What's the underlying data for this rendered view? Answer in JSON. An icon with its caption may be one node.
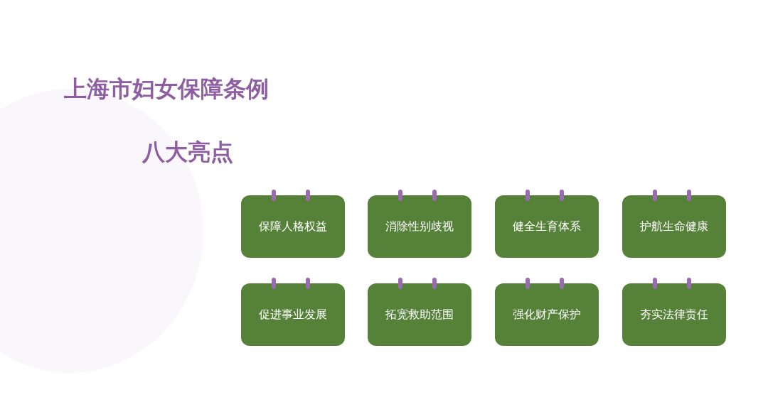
{
  "diagram": {
    "title": "上海市妇女保障条例",
    "nodes": [
      {
        "text": [
          "保障人格权益"
        ]
      },
      {
        "text": [
          "消除性别歧视"
        ]
      },
      {
        "text": [
          "健全生育体系"
        ]
      },
      {
        "text": [
          "护航生命健康"
        ]
      },
      {
        "text": [
          "促进事业发展"
        ]
      },
      {
        "text": [
          "拓宽救助范围"
        ]
      },
      {
        "text": [
          "强化财产保护"
        ]
      },
      {
        "text": [
          "夯实法律责任"
        ]
      }
    ],
    "labels": [
      "八大亮点"
    ]
  }
}
